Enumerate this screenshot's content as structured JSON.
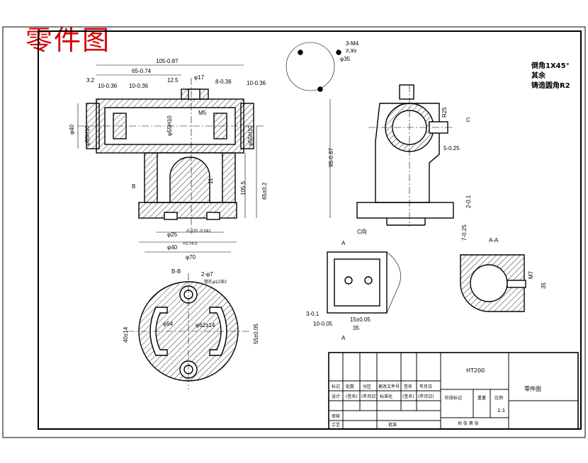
{
  "stamp_title": "零件图",
  "notes": {
    "chamfer": "倒角1X45°",
    "rest": "其余",
    "fillet": "铸造圆角R2"
  },
  "front_view": {
    "overall_length": "105-0.87",
    "half_len": "65-0.74",
    "hole_17": "φ17",
    "slot_8": "8-0.36",
    "left_10a": "10-0.36",
    "left_10b": "10-0.36",
    "right_10": "10-0.36",
    "roughness_32": "3.2",
    "roughness_125": "12.5",
    "thread_m5": "M5",
    "dia_40": "φ40",
    "bore_55": "φ55H10",
    "bore_left": "φ55H10",
    "bore_right": "φ55H10",
    "h_65": "65±0.2",
    "h_105": "105.5",
    "d_25": "φ25",
    "d_25_tol": "-0.020 -0.041",
    "d_40b": "φ40",
    "d_40b_tol": "+0.74 0",
    "d_70": "φ70",
    "r11": "11",
    "section_mark_b": "B"
  },
  "side_view": {
    "holes": "3-M4",
    "holes_depth": "孔深8",
    "dia_35": "φ35",
    "height_95": "95-0.87",
    "dim_r25": "R25",
    "arrow_c": "C",
    "dim_5": "5-0.25",
    "dim_2": "2-0.1",
    "dim_7": "7-0.25"
  },
  "c_view": {
    "label": "C向",
    "mark_a_top": "A",
    "mark_a_bottom": "A",
    "dim_3": "3-0.1",
    "dim_10": "10-0.05",
    "dim_15": "15±0.05",
    "dim_35": "35"
  },
  "aa_view": {
    "label": "A-A",
    "dim_m7": "M7",
    "dim_35": "35"
  },
  "bb_view": {
    "label": "B-B",
    "holes": "2-φ7",
    "holes_note": "锪孔φ12深2",
    "d_54": "φ54",
    "d_62": "φ62±14",
    "d_55": "55±0.05",
    "d_40": "40±14"
  },
  "title_block": {
    "material": "HT200",
    "part_name": "零件图",
    "scale": "1:1",
    "headers": [
      "标记",
      "处数",
      "分区",
      "更改文件号",
      "签名",
      "年月日"
    ],
    "row_design": [
      "设计",
      "(签名)",
      "(年月日)",
      "标准化",
      "(签名)",
      "(年月日)"
    ],
    "stage_label": "阶段标记",
    "weight_label": "重量",
    "scale_label": "比例",
    "check": "审核",
    "process": "工艺",
    "approve": "批准",
    "sheets": "共 张 第 张"
  }
}
